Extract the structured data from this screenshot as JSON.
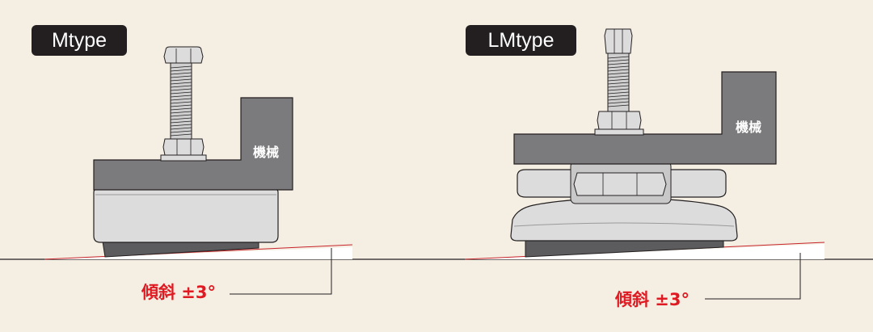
{
  "diagrams": [
    {
      "type_label": "Mtype",
      "machine_label": "機械",
      "tilt_label": "傾斜 ±3°"
    },
    {
      "type_label": "LMtype",
      "machine_label": "機械",
      "tilt_label": "傾斜 ±3°"
    }
  ],
  "colors": {
    "background": "#f4eee3",
    "machine": "#7b7a7c",
    "rubber": "#5c5b5d",
    "metal": "#dcdcdc",
    "outline": "#231f20",
    "accent_red": "#e01a22",
    "tag_bg": "#231f20"
  }
}
